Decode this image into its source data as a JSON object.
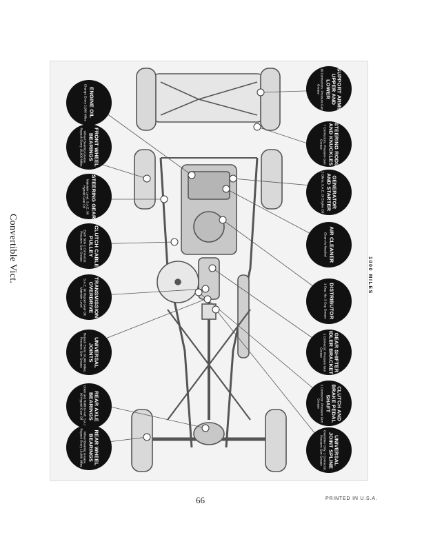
{
  "page": {
    "side_title": "Convertible Vict.",
    "interval_label": "1000 MILES",
    "page_number": "66",
    "imprint": "PRINTED IN U.S.A."
  },
  "left_badges": [
    {
      "title": "ENGINE OIL",
      "detail": "Change Every 2,000 Miles"
    },
    {
      "title": "FRONT WHEEL BEARINGS",
      "detail": "Wheel Bearing Grease. Repack Every 10,000 Miles"
    },
    {
      "title": "STEERING GEAR",
      "detail": "Maintain Level. S.A.E. 90 Hypoid Gear Oil"
    },
    {
      "title": "CLUTCH CABLE PULLEY",
      "detail": "Each Side 1 Connector. Pressure Gun Grease"
    },
    {
      "title": "TRANSMISSION OVERDRIVE",
      "detail": "S.A.E. 90 Hypoid Gear Oil. Maintain Level"
    },
    {
      "title": "UNIVERSAL JOINTS",
      "detail": "Repack Every 20,000 Miles. Pressure Gun Grease"
    },
    {
      "title": "REAR AXLE BEARINGS",
      "detail": "Drain and Refill to Full. S.A.E. 90 Hypoid Gear Oil"
    },
    {
      "title": "REAR WHEEL BEARINGS",
      "detail": "Wheel Bearing Grease. Repack Every 10,000 Miles"
    }
  ],
  "right_badges": [
    {
      "title": "SUPPORT ARMS UPPER AND LOWER",
      "detail": "16 Connectors. Pressure Gun Grease"
    },
    {
      "title": "STEERING RODS AND KNUCKLES",
      "detail": "7 Connectors. Pressure Gun Grease"
    },
    {
      "title": "GENERATOR AND STARTER",
      "detail": "2 Oilers, S.A.E. 20 Engine Oil"
    },
    {
      "title": "AIR CLEANER",
      "detail": "Clean As Needed"
    },
    {
      "title": "DISTRIBUTOR",
      "detail": "1 Cup, No. 3 Cup Grease"
    },
    {
      "title": "GEAR SHIFTER IDLER BRACKET",
      "detail": "1 Connector. Pressure Gun Grease"
    },
    {
      "title": "CLUTCH AND BRAKE PEDAL SHAFT",
      "detail": "1 Connector. Pressure Gun Grease"
    },
    {
      "title": "UNIVERSAL JOINT SPLINE",
      "detail": "Overdrive Only. 1 Connector. Pressure Gun Grease"
    }
  ],
  "colors": {
    "badge": "#111111",
    "frame": "#555555",
    "plate": "#f3f3f3"
  }
}
